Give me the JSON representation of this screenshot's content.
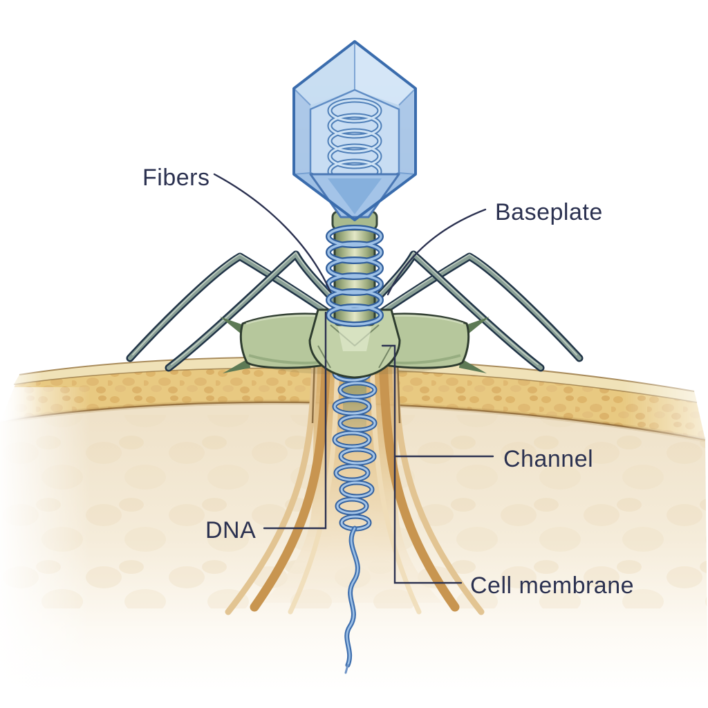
{
  "figure": {
    "type": "illustration",
    "subject": "Bacteriophage injecting DNA through a cell membrane",
    "labels": {
      "fibers": "Fibers",
      "baseplate": "Baseplate",
      "channel": "Channel",
      "dna": "DNA",
      "cell_membrane": "Cell membrane"
    },
    "colors": {
      "label_text": "#2b3150",
      "leader_line": "#2b3150",
      "capsid_fill": "#b7d2ec",
      "capsid_outline": "#3a6cad",
      "dna_blue": "#3f6fae",
      "dna_highlight": "#a6c6e8",
      "tail_green": "#9aa97c",
      "baseplate_green": "#b6c79c",
      "fiber_gray": "#8aa096",
      "membrane_tan": "#e8c981",
      "membrane_pale": "#f0e2b8",
      "channel_tan": "#c89550",
      "cell_interior": "#efe2c9",
      "background": "#ffffff"
    }
  }
}
